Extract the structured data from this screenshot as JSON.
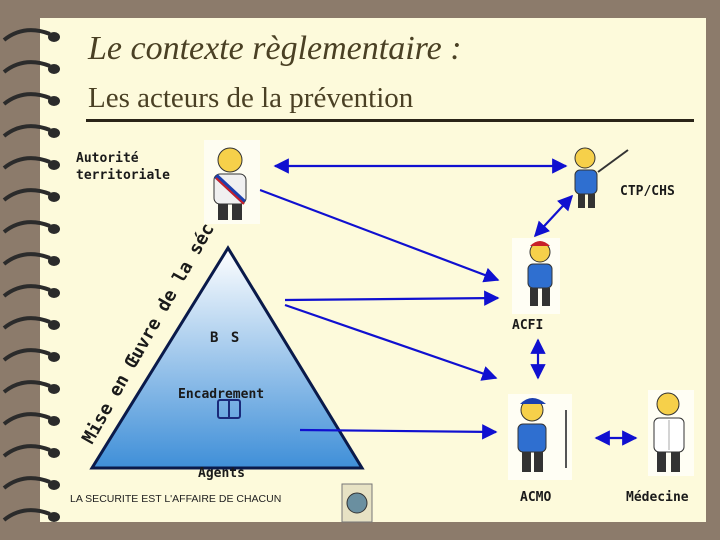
{
  "slide": {
    "title": "Le contexte règlementaire :",
    "subtitle": "Les acteurs de la prévention"
  },
  "actors": {
    "autorite": "Autorité\nterritoriale",
    "ctp": "CTP/CHS",
    "acfi": "ACFI",
    "acmo": "ACMO",
    "medecine": "Médecine"
  },
  "pyramid": {
    "arc_text": "Mise en Œuvre de la sécurité",
    "top_letters": "B  S",
    "middle": "Encadrement",
    "bottom": "Agents"
  },
  "footer": {
    "motto": "LA SECURITE EST L'AFFAIRE DE CHACUN"
  },
  "colors": {
    "frame": "#8c7b6b",
    "paper": "#fdfadb",
    "title": "#4a4024",
    "arrow": "#1010d0",
    "pyramid_top": "#ffffff",
    "pyramid_bottom": "#3f8fd8"
  }
}
